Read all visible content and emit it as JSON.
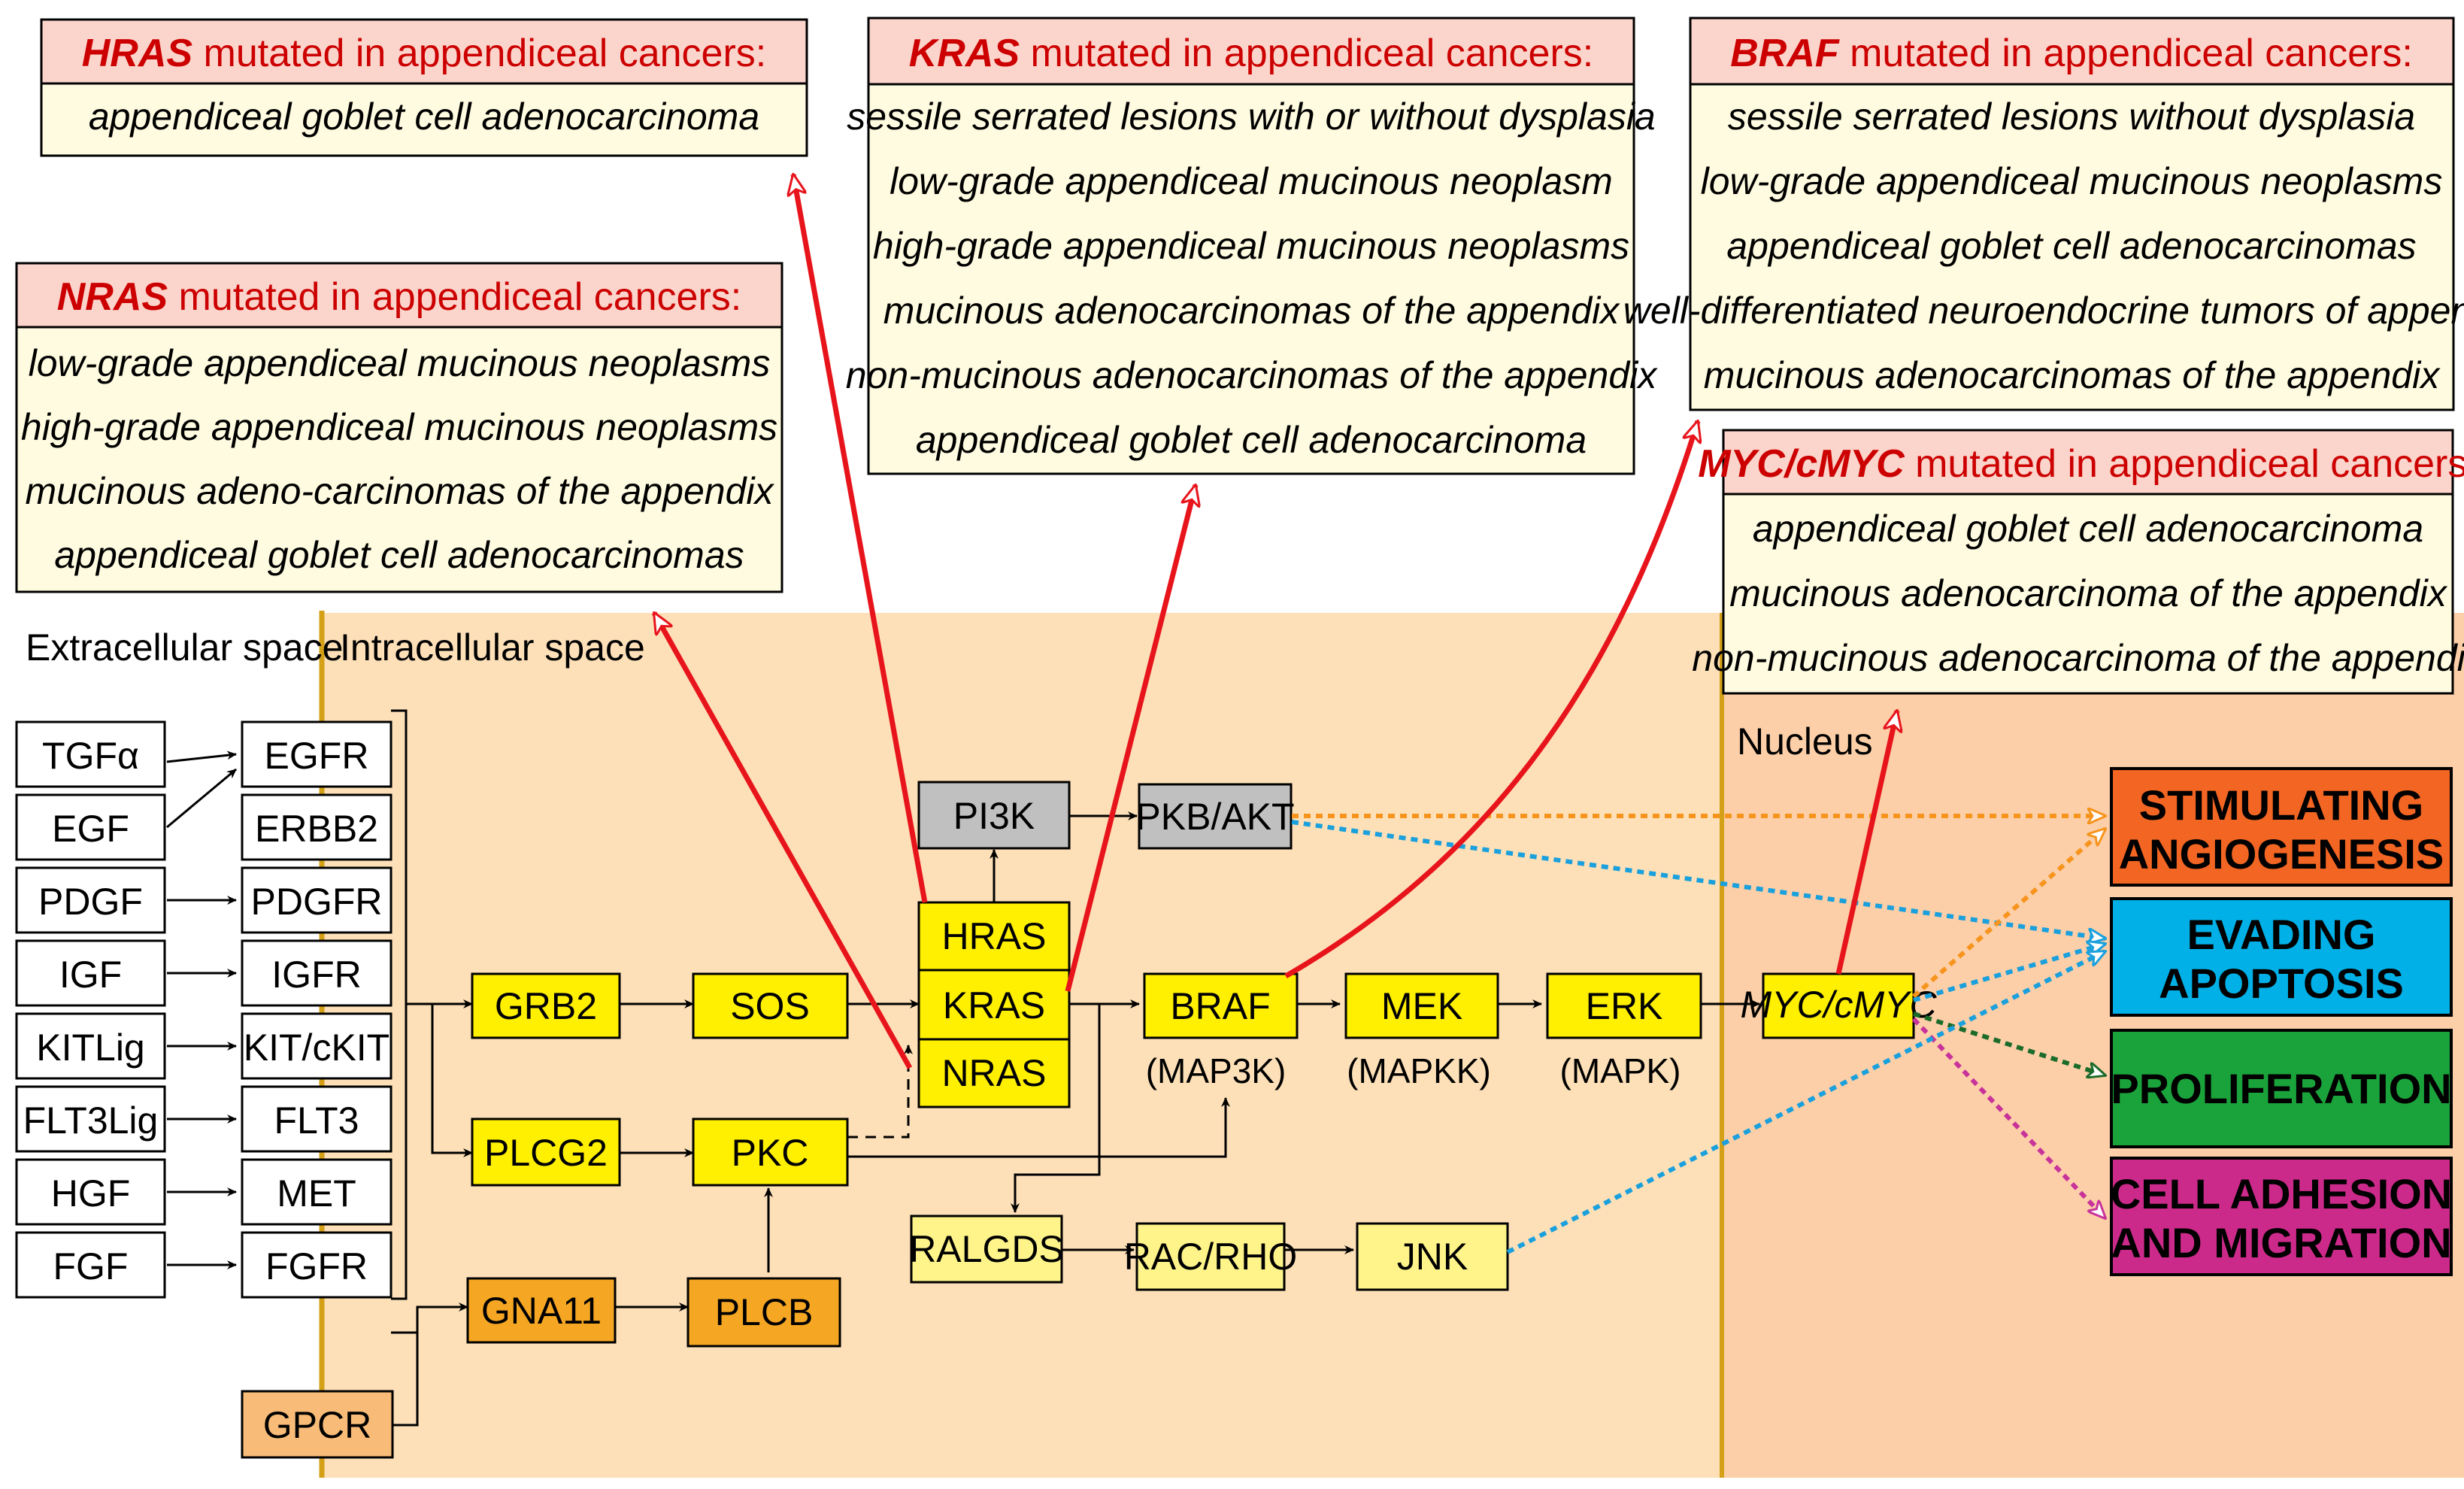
{
  "spaces": {
    "extracellular": "Extracellular space",
    "intracellular": "Intracellular space",
    "nucleus": "Nucleus"
  },
  "ligands": [
    "TGFα",
    "EGF",
    "PDGF",
    "IGF",
    "KITLig",
    "FLT3Lig",
    "HGF",
    "FGF"
  ],
  "receptors": [
    "EGFR",
    "ERBB2",
    "PDGFR",
    "IGFR",
    "KIT/cKIT",
    "FLT3",
    "MET",
    "FGFR"
  ],
  "nodes": {
    "grb2": "GRB2",
    "sos": "SOS",
    "plcg2": "PLCG2",
    "pkc": "PKC",
    "gna11": "GNA11",
    "plcb": "PLCB",
    "gpcr": "GPCR",
    "pi3k": "PI3K",
    "pkb_akt": "PKB/AKT",
    "hras": "HRAS",
    "kras": "KRAS",
    "nras": "NRAS",
    "braf": "BRAF",
    "braf_sub": "(MAP3K)",
    "mek": "MEK",
    "mek_sub": "(MAPKK)",
    "erk": "ERK",
    "erk_sub": "(MAPK)",
    "myc": "MYC/cMYC",
    "ralgds": "RALGDS",
    "rac_rho": "RAC/RHO",
    "jnk": "JNK"
  },
  "outcomes": {
    "angiogenesis": [
      "STIMULATING",
      "ANGIOGENESIS"
    ],
    "apoptosis": [
      "EVADING",
      "APOPTOSIS"
    ],
    "proliferation": [
      "PROLIFERATION"
    ],
    "adhesion": [
      "CELL ADHESION",
      "AND MIGRATION"
    ]
  },
  "panels": {
    "hras": {
      "gene": "HRAS",
      "heading": " mutated in appendiceal cancers:",
      "items": [
        "appendiceal goblet cell adenocarcinoma"
      ]
    },
    "nras": {
      "gene": "NRAS",
      "heading": " mutated in appendiceal cancers:",
      "items": [
        "low-grade appendiceal mucinous neoplasms",
        "high-grade appendiceal mucinous neoplasms",
        "mucinous adeno-carcinomas of the appendix",
        "appendiceal goblet cell adenocarcinomas"
      ]
    },
    "kras": {
      "gene": "KRAS",
      "heading": " mutated in appendiceal cancers:",
      "items": [
        "sessile serrated lesions with or without dysplasia",
        "low-grade appendiceal mucinous neoplasm",
        "high-grade appendiceal mucinous neoplasms",
        "mucinous adenocarcinomas of the appendix",
        "non-mucinous adenocarcinomas of the appendix",
        "appendiceal goblet cell adenocarcinoma"
      ]
    },
    "braf": {
      "gene": "BRAF",
      "heading": " mutated in appendiceal cancers:",
      "items": [
        "sessile serrated lesions without dysplasia",
        "low-grade appendiceal mucinous neoplasms",
        "appendiceal goblet cell adenocarcinomas",
        "well-differentiated neuroendocrine tumors of appendix",
        "mucinous adenocarcinomas of the appendix"
      ]
    },
    "myc": {
      "gene": "MYC/cMYC",
      "heading": " mutated in appendiceal cancers:",
      "items": [
        "appendiceal goblet cell adenocarcinoma",
        "mucinous adenocarcinoma of the appendix",
        "non-mucinous adenocarcinoma of the appendix"
      ]
    }
  },
  "colors": {
    "intracellular_bg": "#fde0b8",
    "nucleus_bg": "#fccfa8",
    "membrane": "#d4a017",
    "node_yellow": "#ffef00",
    "node_light_yellow": "#fff48a",
    "node_orange": "#f5a623",
    "node_gray": "#c0c0c0",
    "panel_header": "#fbd4cb",
    "panel_body": "#fffbe0",
    "mutation_arrow": "#e8141c",
    "angiogenesis": "#f26522",
    "apoptosis": "#00b0e6",
    "proliferation": "#1aa33b",
    "adhesion": "#cc2a8a"
  }
}
